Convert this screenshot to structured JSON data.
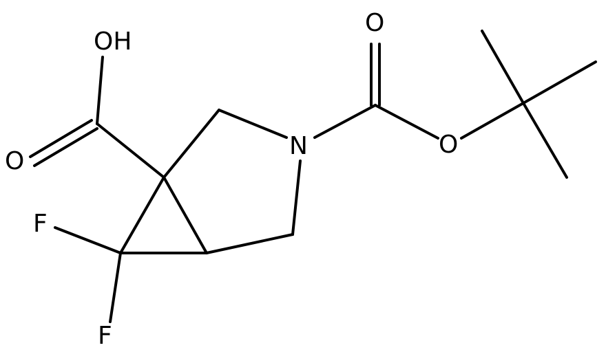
{
  "molecule": {
    "labels": {
      "hydroxyl": "OH",
      "carbonyl_oxygen_acid": "O",
      "fluorine_1": "F",
      "fluorine_2": "F",
      "nitrogen": "N",
      "carbonyl_oxygen_boc": "O",
      "ester_oxygen": "O"
    },
    "colors": {
      "bond": "#000000",
      "label": "#000000",
      "background": "#ffffff"
    }
  }
}
